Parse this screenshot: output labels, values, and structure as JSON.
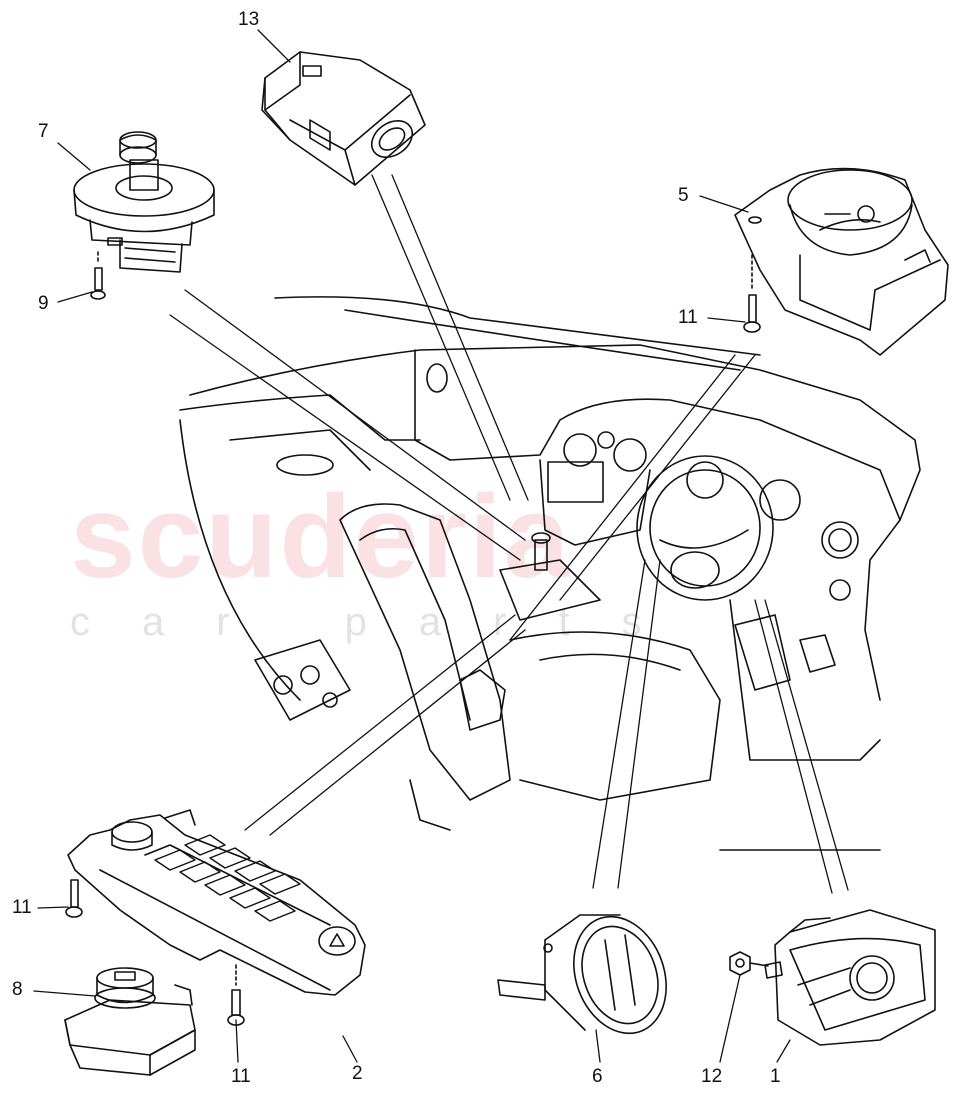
{
  "watermark": {
    "brand": "scuderia",
    "sub": "car parts"
  },
  "callouts": {
    "c13": "13",
    "c7": "7",
    "c9": "9",
    "c5": "5",
    "c11a": "11",
    "c11b": "11",
    "c11c": "11",
    "c8": "8",
    "c2": "2",
    "c6": "6",
    "c12": "12",
    "c1": "1"
  }
}
